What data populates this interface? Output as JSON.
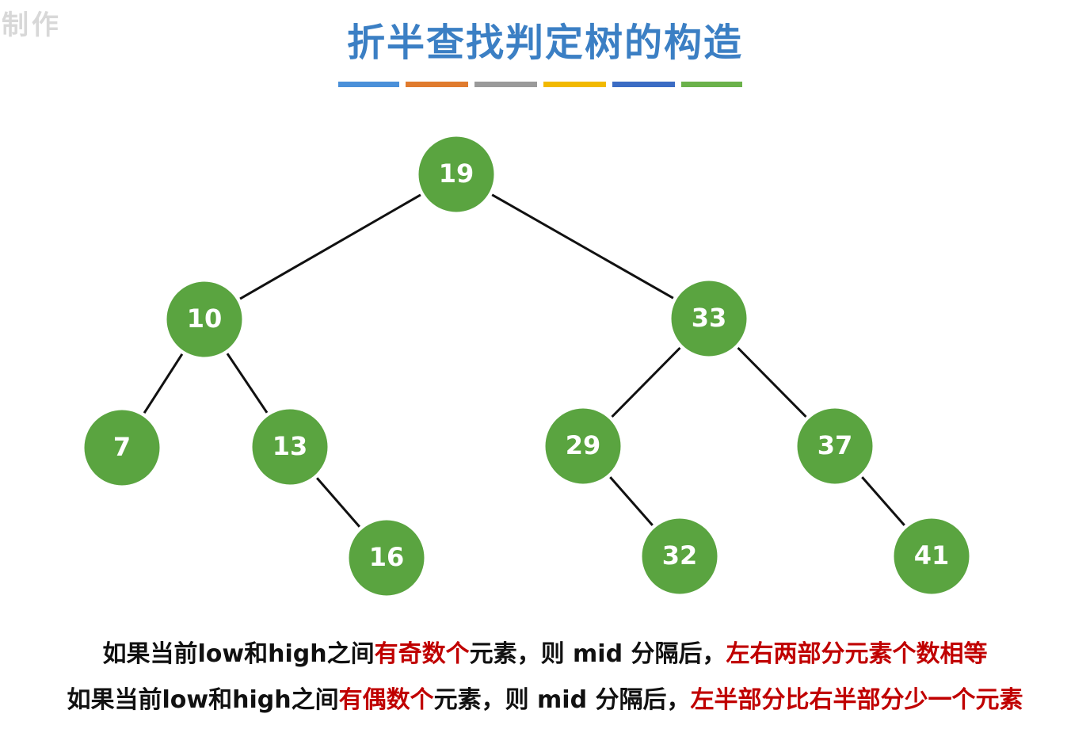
{
  "watermark": "制 作",
  "title": "折半查找判定树的构造",
  "title_bar_colors": [
    "#4a90d9",
    "#e07b2e",
    "#9a9a9a",
    "#f2b900",
    "#3b6cc4",
    "#6bb24a"
  ],
  "colors": {
    "node": "#5aa440",
    "edge": "#111111",
    "title": "#3b7fc4",
    "highlight": "#c00000"
  },
  "tree": {
    "nodes": [
      {
        "id": "n19",
        "label": "19"
      },
      {
        "id": "n10",
        "label": "10"
      },
      {
        "id": "n33",
        "label": "33"
      },
      {
        "id": "n7",
        "label": "7"
      },
      {
        "id": "n13",
        "label": "13"
      },
      {
        "id": "n29",
        "label": "29"
      },
      {
        "id": "n37",
        "label": "37"
      },
      {
        "id": "n16",
        "label": "16"
      },
      {
        "id": "n32",
        "label": "32"
      },
      {
        "id": "n41",
        "label": "41"
      }
    ],
    "edges": [
      [
        "n19",
        "n10"
      ],
      [
        "n19",
        "n33"
      ],
      [
        "n10",
        "n7"
      ],
      [
        "n10",
        "n13"
      ],
      [
        "n13",
        "n16"
      ],
      [
        "n33",
        "n29"
      ],
      [
        "n33",
        "n37"
      ],
      [
        "n29",
        "n32"
      ],
      [
        "n37",
        "n41"
      ]
    ]
  },
  "notes": {
    "line1": {
      "a": "如果当前low和high之间",
      "b": "有奇数个",
      "c": "元素，则 mid 分隔后，",
      "d": "左右两部分元素个数相等"
    },
    "line2": {
      "a": "如果当前low和high之间",
      "b": "有偶数个",
      "c": "元素，则 mid 分隔后，",
      "d": "左半部分比右半部分少一个元素"
    }
  }
}
